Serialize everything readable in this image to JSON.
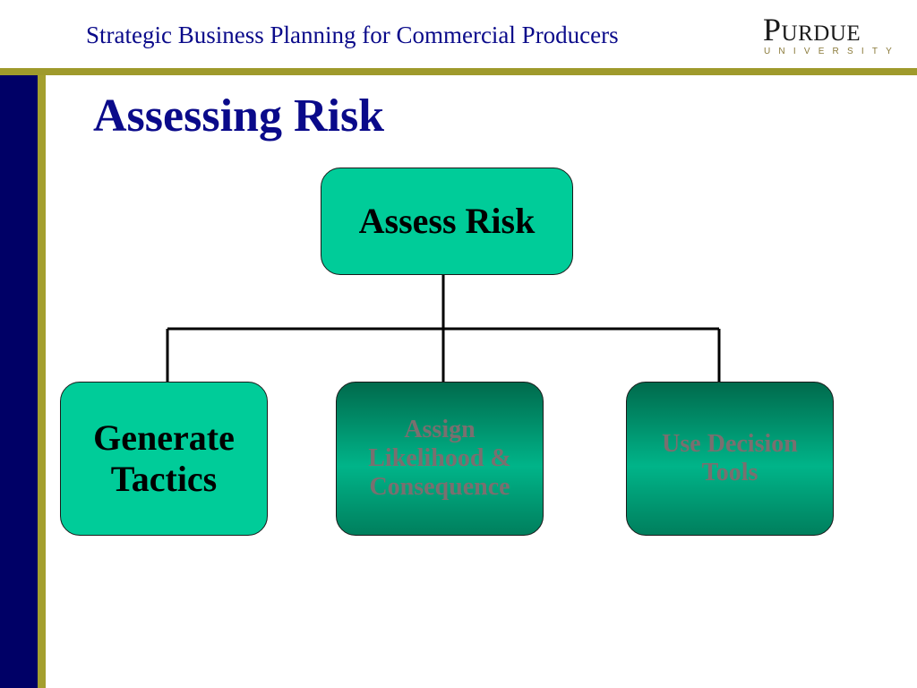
{
  "header": {
    "title": "Strategic Business Planning for Commercial Producers",
    "logo_word": "Purdue",
    "logo_sub": "UNIVERSITY"
  },
  "slide": {
    "title": "Assessing Risk"
  },
  "diagram": {
    "root": {
      "label": "Assess Risk"
    },
    "children": [
      {
        "label": "Generate Tactics"
      },
      {
        "label": "Assign Likelihood & Consequence"
      },
      {
        "label": "Use Decision Tools"
      }
    ]
  },
  "colors": {
    "title_navy": "#0a0a8a",
    "sidebar_navy": "#000066",
    "accent_gold": "#a49f2e",
    "node_green": "#00cc99",
    "node_dark_green": "#006a4c",
    "faded_text": "#7a6f6f"
  }
}
